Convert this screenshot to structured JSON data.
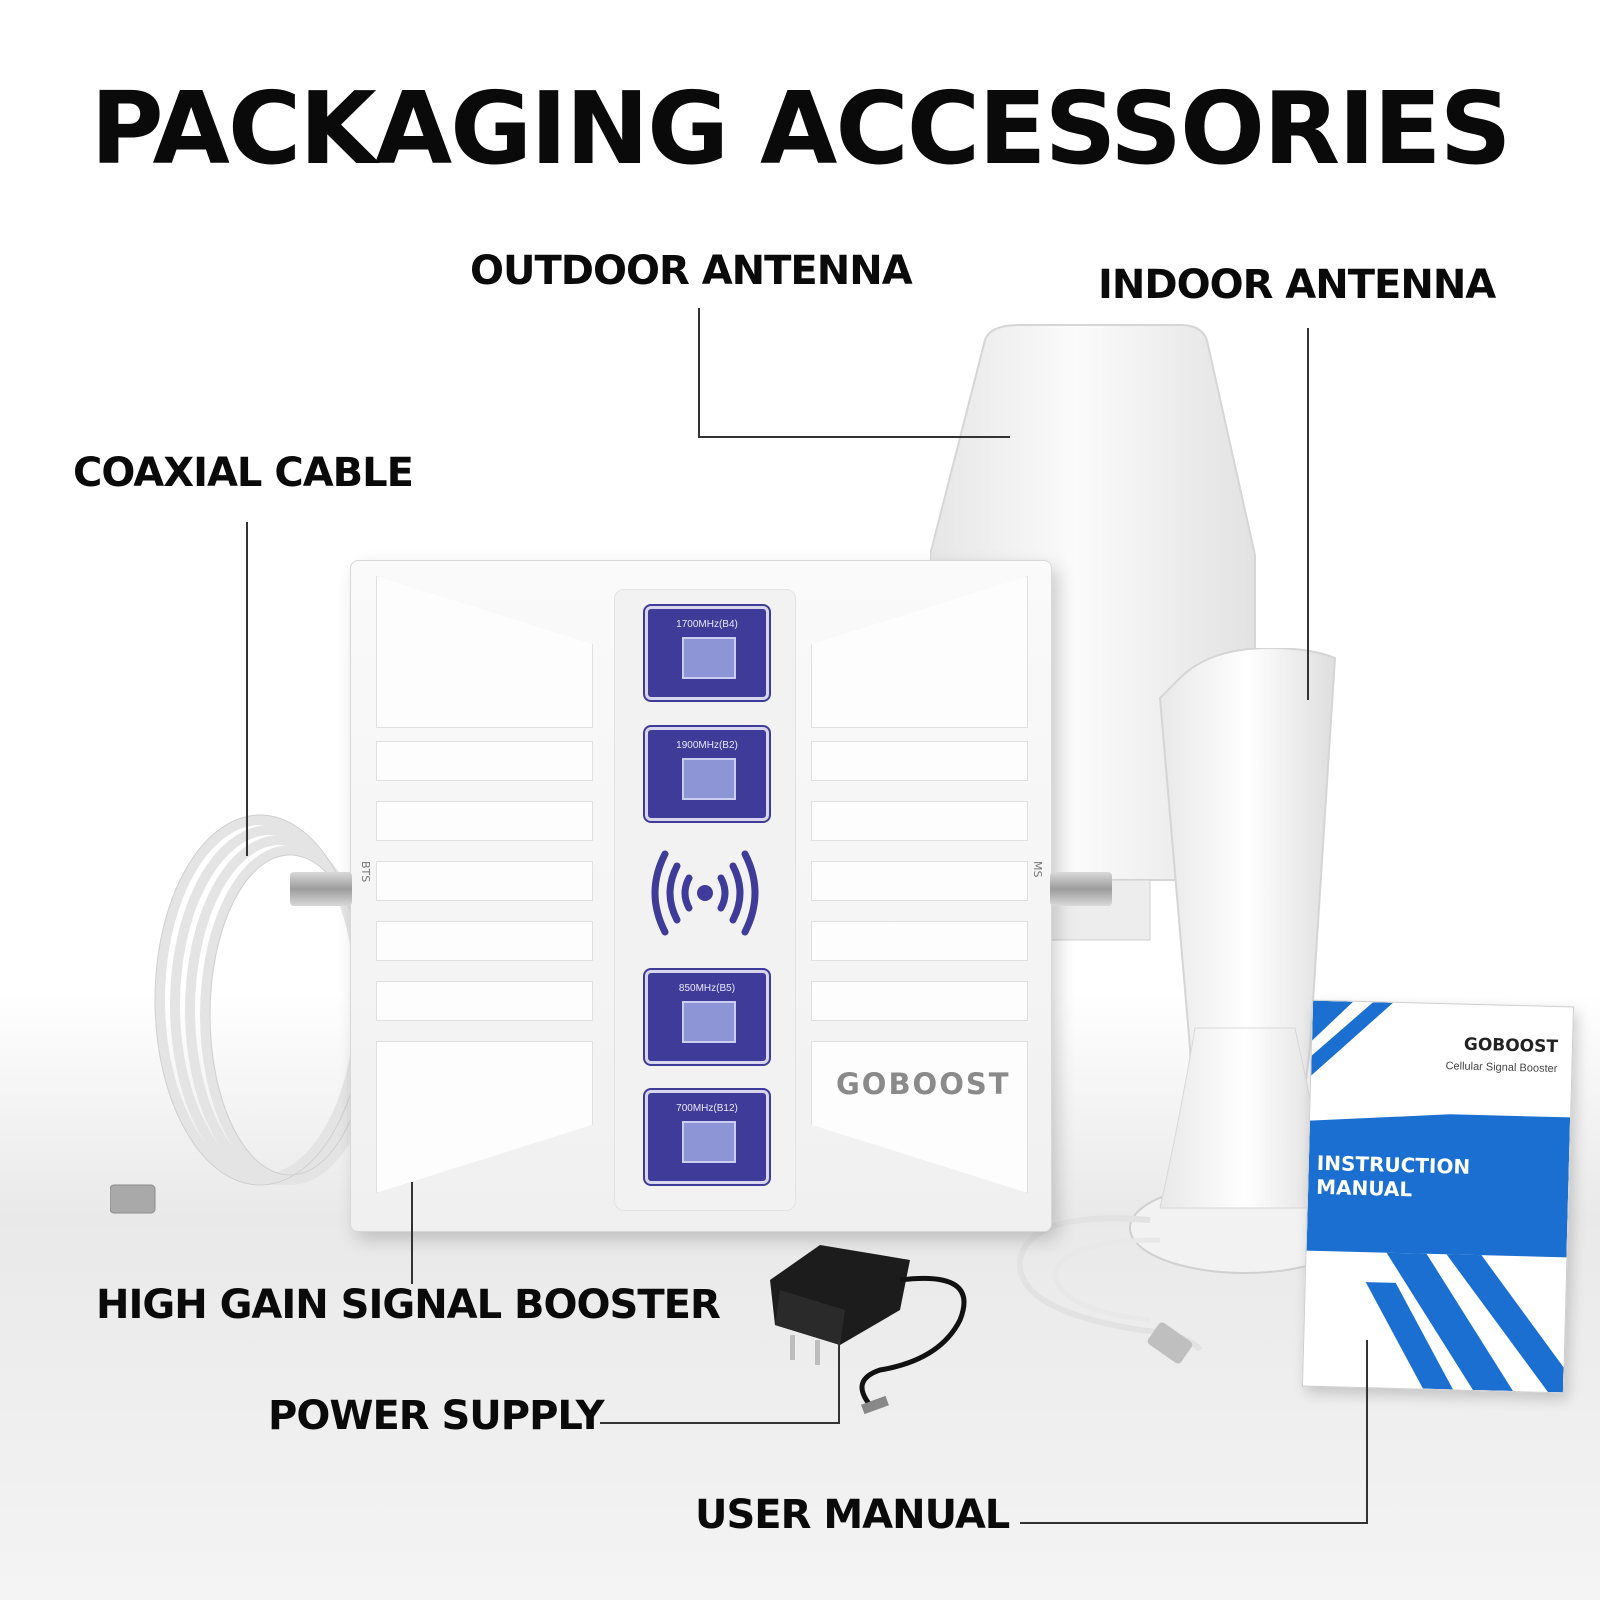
{
  "heading": "PACKAGING ACCESSORIES",
  "labels": {
    "outdoor_antenna": "OUTDOOR ANTENNA",
    "indoor_antenna": "INDOOR ANTENNA",
    "coaxial_cable": "COAXIAL CABLE",
    "signal_booster": "HIGH GAIN SIGNAL BOOSTER",
    "power_supply": "POWER SUPPLY",
    "user_manual": "USER MANUAL"
  },
  "booster": {
    "brand": "GOBOOST",
    "port_left": "BTS",
    "port_right": "MS",
    "bands": [
      "1700MHz(B4)",
      "1900MHz(B2)",
      "850MHz(B5)",
      "700MHz(B12)"
    ]
  },
  "manual": {
    "brand": "GOBOOST",
    "subtitle": "Cellular Signal Booster",
    "title_line1": "INSTRUCTION",
    "title_line2": "MANUAL"
  },
  "colors": {
    "band_panel": "#3f3c99",
    "manual_blue": "#1a6fd1",
    "text": "#0a0a0a"
  }
}
